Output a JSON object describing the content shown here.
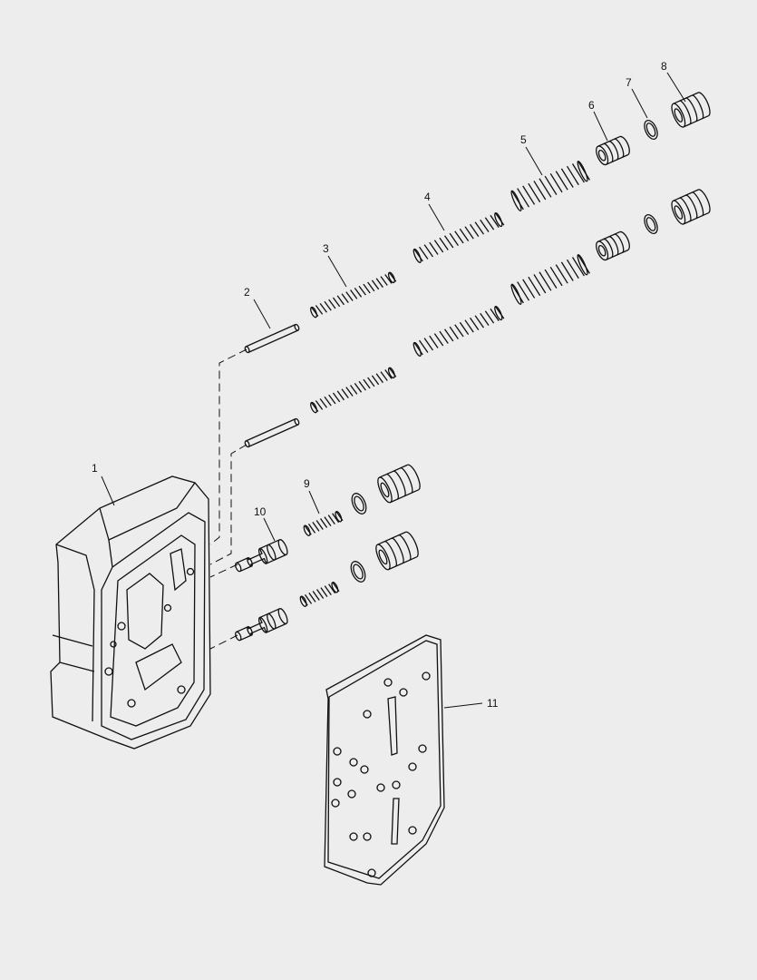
{
  "callouts": {
    "c1": "1",
    "c2": "2",
    "c3": "3",
    "c4": "4",
    "c5": "5",
    "c6": "6",
    "c7": "7",
    "c8": "8",
    "c9": "9",
    "c10": "10",
    "c11": "11"
  },
  "colors": {
    "background": "#ededed",
    "ink": "#111111"
  }
}
